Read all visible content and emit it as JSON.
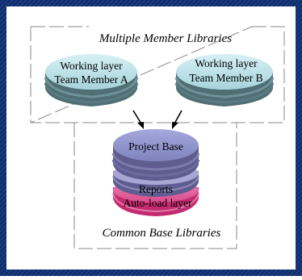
{
  "diagram": {
    "member_group": {
      "title": "Multiple Member Libraries",
      "disks": [
        {
          "line1": "Working layer",
          "line2": "Team Member A"
        },
        {
          "line1": "Working layer",
          "line2": "Team Member B"
        }
      ]
    },
    "base_group": {
      "title": "Common Base Libraries",
      "stack": {
        "project": "Project Base",
        "reports": "Reports",
        "autoload": "Auto-load layer"
      }
    }
  },
  "colors": {
    "frame_blue": "#16387a",
    "dash": "#8a8a8a",
    "disk_top": "#bfe2e9",
    "disk_side": "#4f6f75",
    "project_top": "#8f93c9",
    "project_side": "#5f5c8f",
    "reports_top": "#a9a6d6",
    "autoload_top": "#e05b96",
    "autoload_side": "#c42a6f"
  }
}
